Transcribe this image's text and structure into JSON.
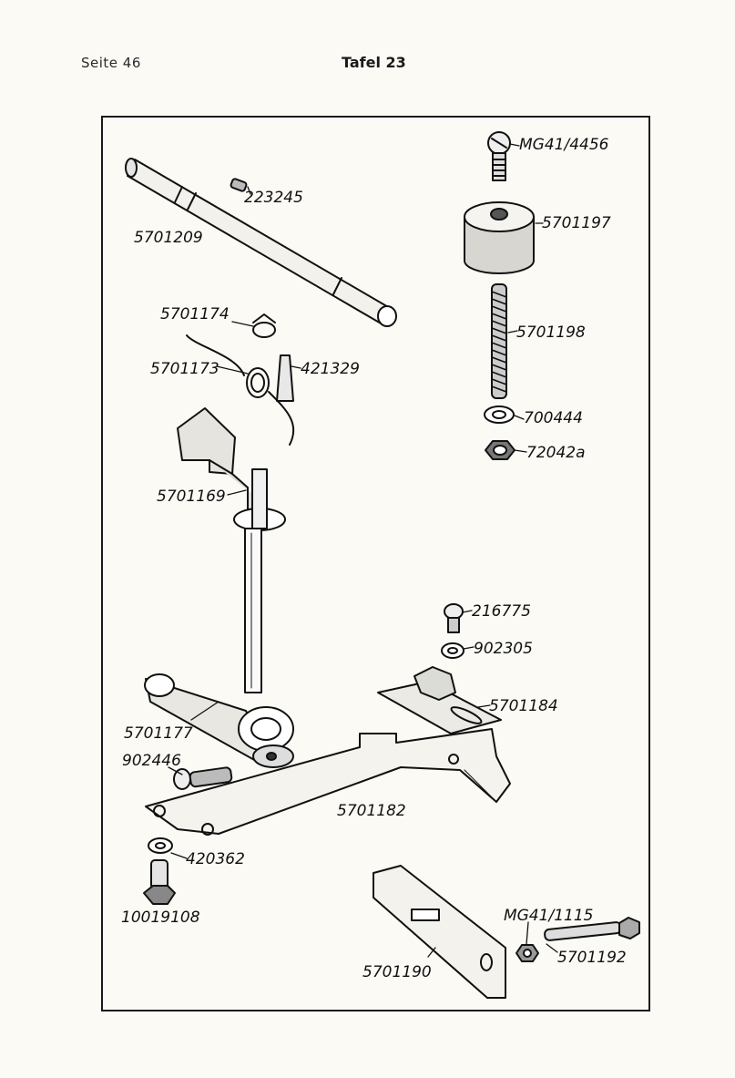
{
  "header": {
    "page_label": "Seite 46",
    "plate_label": "Tafel 23"
  },
  "parts": [
    {
      "id": "p1",
      "number": "MG41/4456",
      "name": "screw-top"
    },
    {
      "id": "p2",
      "number": "5701197",
      "name": "felt-pad"
    },
    {
      "id": "p3",
      "number": "5701198",
      "name": "threaded-rod"
    },
    {
      "id": "p4",
      "number": "700444",
      "name": "washer"
    },
    {
      "id": "p5",
      "number": "72042a",
      "name": "hex-nut"
    },
    {
      "id": "p6",
      "number": "223245",
      "name": "set-screw"
    },
    {
      "id": "p7",
      "number": "5701209",
      "name": "shaft"
    },
    {
      "id": "p8",
      "number": "5701174",
      "name": "retaining-clip"
    },
    {
      "id": "p9",
      "number": "5701173",
      "name": "torsion-spring"
    },
    {
      "id": "p10",
      "number": "421329",
      "name": "taper-pin"
    },
    {
      "id": "p11",
      "number": "5701169",
      "name": "lever-with-rod"
    },
    {
      "id": "p12",
      "number": "216775",
      "name": "small-screw"
    },
    {
      "id": "p13",
      "number": "902305",
      "name": "small-washer"
    },
    {
      "id": "p14",
      "number": "5701184",
      "name": "clamp-plate"
    },
    {
      "id": "p15",
      "number": "5701177",
      "name": "crank-arm"
    },
    {
      "id": "p16",
      "number": "902446",
      "name": "clamp-screw"
    },
    {
      "id": "p17",
      "number": "5701182",
      "name": "long-link"
    },
    {
      "id": "p18",
      "number": "420362",
      "name": "spring-washer"
    },
    {
      "id": "p19",
      "number": "10019108",
      "name": "shoulder-bolt"
    },
    {
      "id": "p20",
      "number": "5701190",
      "name": "guide-plate"
    },
    {
      "id": "p21",
      "number": "MG41/1115",
      "name": "nut-small"
    },
    {
      "id": "p22",
      "number": "5701192",
      "name": "adjusting-screw"
    }
  ]
}
